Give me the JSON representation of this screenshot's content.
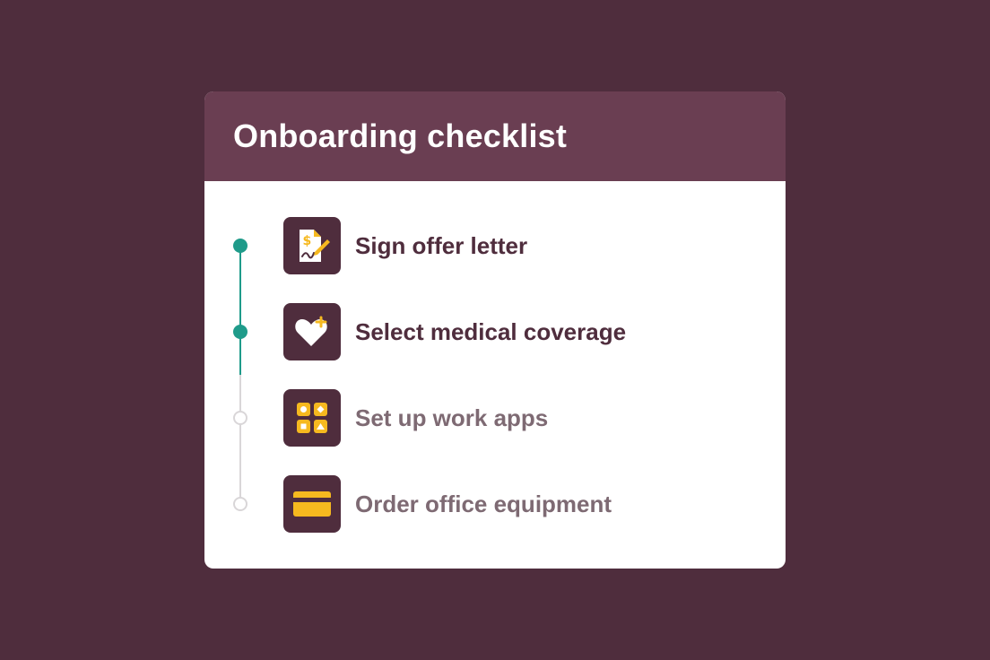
{
  "checklist": {
    "title": "Onboarding checklist",
    "items": [
      {
        "label": "Sign offer letter",
        "status": "done",
        "icon": "signed-document-icon"
      },
      {
        "label": "Select medical coverage",
        "status": "done",
        "icon": "heart-plus-icon"
      },
      {
        "label": "Set up work apps",
        "status": "todo",
        "icon": "apps-grid-icon"
      },
      {
        "label": "Order office equipment",
        "status": "todo",
        "icon": "credit-card-icon"
      }
    ]
  },
  "colors": {
    "background": "#4f2d3d",
    "header": "#6a3e52",
    "done": "#1f9b8a",
    "pending": "#d9d6d8",
    "icon_accent": "#f6b91f"
  }
}
